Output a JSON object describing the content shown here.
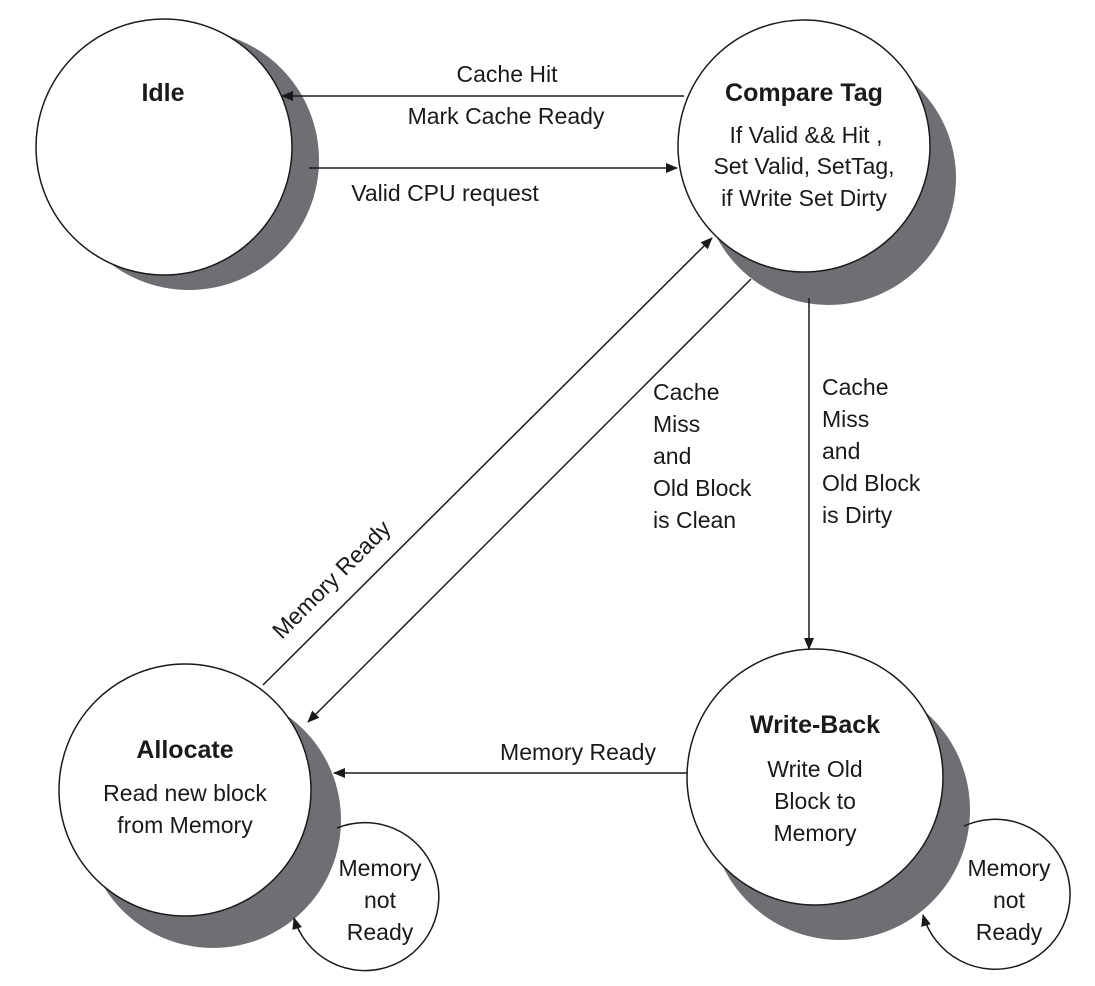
{
  "colors": {
    "shadow": "#6e6f73",
    "stroke": "#1a1a1a",
    "fill": "#ffffff"
  },
  "states": {
    "idle": {
      "title": "Idle"
    },
    "compare": {
      "title": "Compare Tag",
      "lines": [
        "If Valid && Hit ,",
        "Set Valid, SetTag,",
        "if Write Set Dirty"
      ]
    },
    "allocate": {
      "title": "Allocate",
      "lines": [
        "Read new block",
        "from Memory"
      ]
    },
    "writeback": {
      "title": "Write-Back",
      "lines": [
        "Write Old",
        "Block to",
        "Memory"
      ]
    }
  },
  "transitions": {
    "compare_to_idle": {
      "label_above": "Cache Hit",
      "label_below": "Mark Cache Ready"
    },
    "idle_to_compare": {
      "label": "Valid CPU request"
    },
    "allocate_to_compare": {
      "label": "Memory Ready"
    },
    "compare_to_allocate": {
      "lines": [
        "Cache",
        "Miss",
        "and",
        "Old Block",
        "is Clean"
      ]
    },
    "compare_to_writeback": {
      "lines": [
        "Cache",
        "Miss",
        "and",
        "Old Block",
        "is Dirty"
      ]
    },
    "writeback_to_allocate": {
      "label": "Memory Ready"
    },
    "allocate_self": {
      "lines": [
        "Memory",
        "not",
        "Ready"
      ]
    },
    "writeback_self": {
      "lines": [
        "Memory",
        "not",
        "Ready"
      ]
    }
  }
}
